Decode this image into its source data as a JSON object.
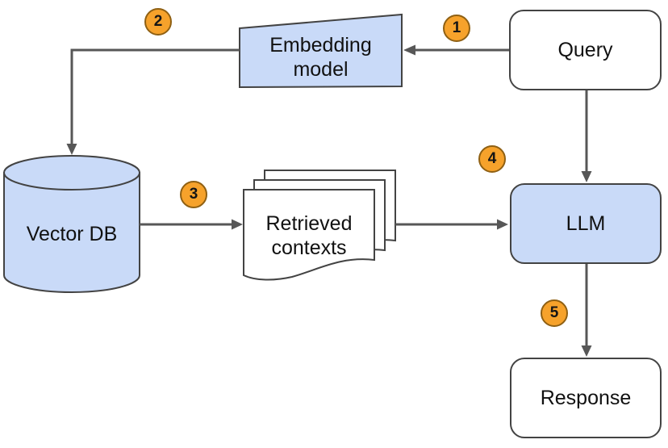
{
  "colors": {
    "node_fill_blue": "#c9daf8",
    "node_fill_white": "#ffffff",
    "node_border": "#434343",
    "arrow": "#575757",
    "badge_fill": "#f6a22b",
    "badge_border": "#8f6013",
    "text": "#111111",
    "background": "#ffffff"
  },
  "nodes": {
    "query": {
      "label": "Query"
    },
    "embedding_model": {
      "label": "Embedding model"
    },
    "vector_db": {
      "label": "Vector DB"
    },
    "retrieved_contexts": {
      "label": "Retrieved contexts"
    },
    "llm": {
      "label": "LLM"
    },
    "response": {
      "label": "Response"
    }
  },
  "steps": [
    {
      "number": "1"
    },
    {
      "number": "2"
    },
    {
      "number": "3"
    },
    {
      "number": "4"
    },
    {
      "number": "5"
    }
  ]
}
